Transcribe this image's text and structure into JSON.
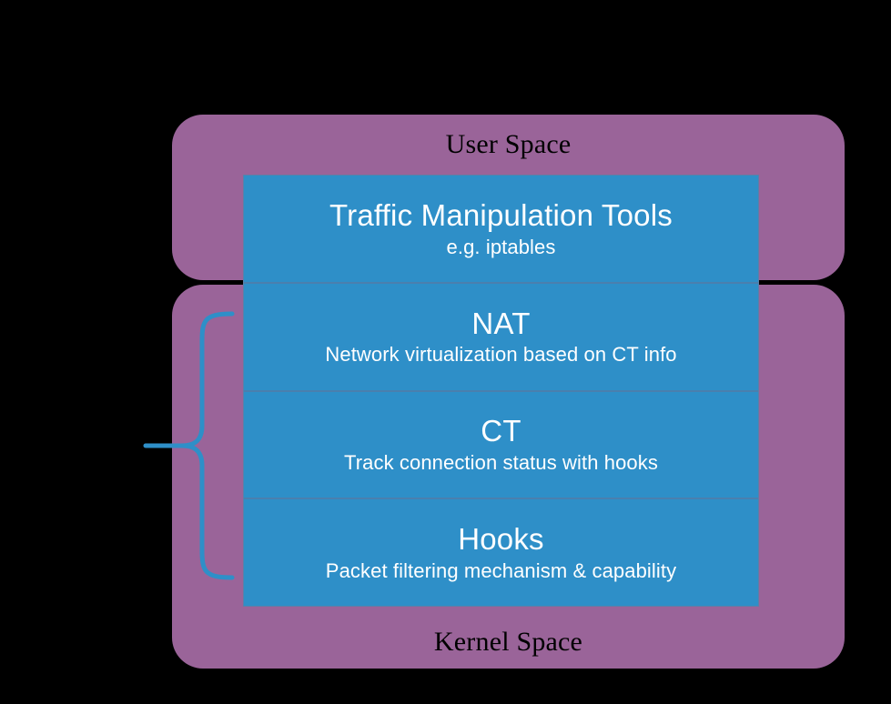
{
  "diagram": {
    "title_user_space": "User Space",
    "title_kernel_space": "Kernel Space",
    "colors": {
      "space_fill": "#9A6499",
      "layer_fill": "#2E8FC8",
      "layer_divider": "#4A7FAE",
      "brace_stroke": "#2E8FC8",
      "background": "#000000",
      "space_label_text": "#000000",
      "layer_text": "#FFFFFF"
    }
  },
  "layers": [
    {
      "title": "Traffic Manipulation Tools",
      "subtitle": "e.g. iptables",
      "space": "User Space"
    },
    {
      "title": "NAT",
      "subtitle": "Network virtualization based on CT info",
      "space": "Kernel Space"
    },
    {
      "title": "CT",
      "subtitle": "Track connection status with hooks",
      "space": "Kernel Space"
    },
    {
      "title": "Hooks",
      "subtitle": "Packet filtering mechanism & capability",
      "space": "Kernel Space"
    }
  ],
  "annotations": {
    "brace": {
      "icon": "curly-brace-icon",
      "label": "",
      "covers": [
        "NAT",
        "CT",
        "Hooks"
      ]
    }
  }
}
